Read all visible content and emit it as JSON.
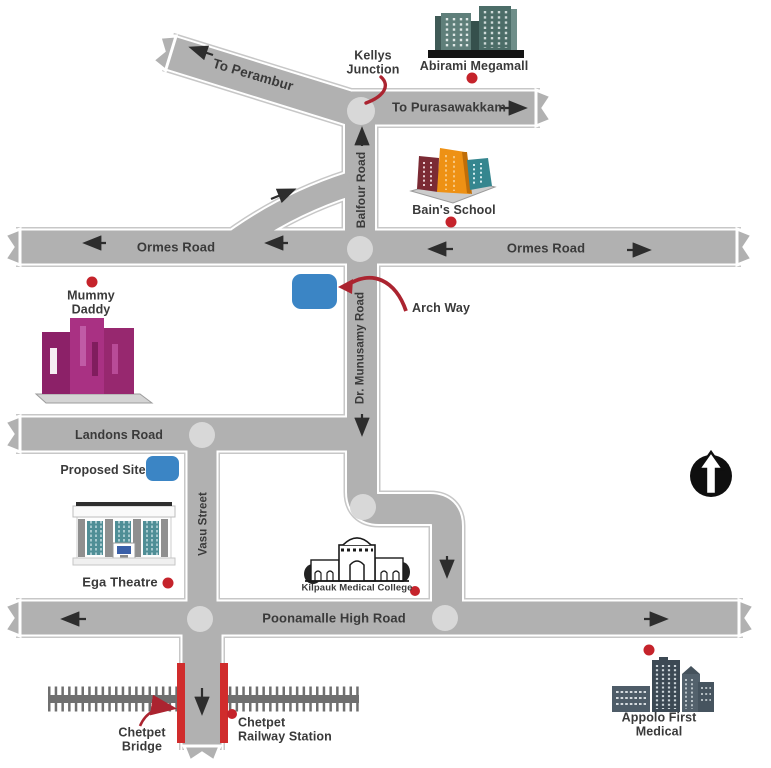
{
  "labels": {
    "to_perambur": "To Perambur",
    "kellys_junction": "Kellys\nJunction",
    "abirami_megamall": "Abirami Megamall",
    "to_purasawakkam": "To Purasawakkam",
    "bains_school": "Bain's School",
    "balfour_road": "Balfour Road",
    "ormes_road": "Ormes Road",
    "mummy_daddy": "Mummy\nDaddy",
    "arch_way": "Arch Way",
    "dr_munusamy_road": "Dr. Munusamy Road",
    "landons_road": "Landons Road",
    "proposed_site": "Proposed Site",
    "vasu_street": "Vasu Street",
    "ega_theatre": "Ega Theatre",
    "kilpauk_medical_college": "Kilpauk Medical College",
    "poonamalle_high_road": "Poonamalle High Road",
    "chetpet_bridge": "Chetpet\nBridge",
    "chetpet_railway_station": "Chetpet\nRailway Station",
    "appolo_first_medical": "Appolo First\nMedical"
  },
  "colors": {
    "road": "#b1b1b1",
    "road_casing": "#c7c7c7",
    "roundabout": "#d8d8d8",
    "site_blue": "#3b85c5",
    "marker_red": "#c5232b",
    "bridge_red": "#d02c2c",
    "annotation_red": "#ab2430",
    "railway": "#6f6f6f",
    "text": "#3a3a3a"
  }
}
